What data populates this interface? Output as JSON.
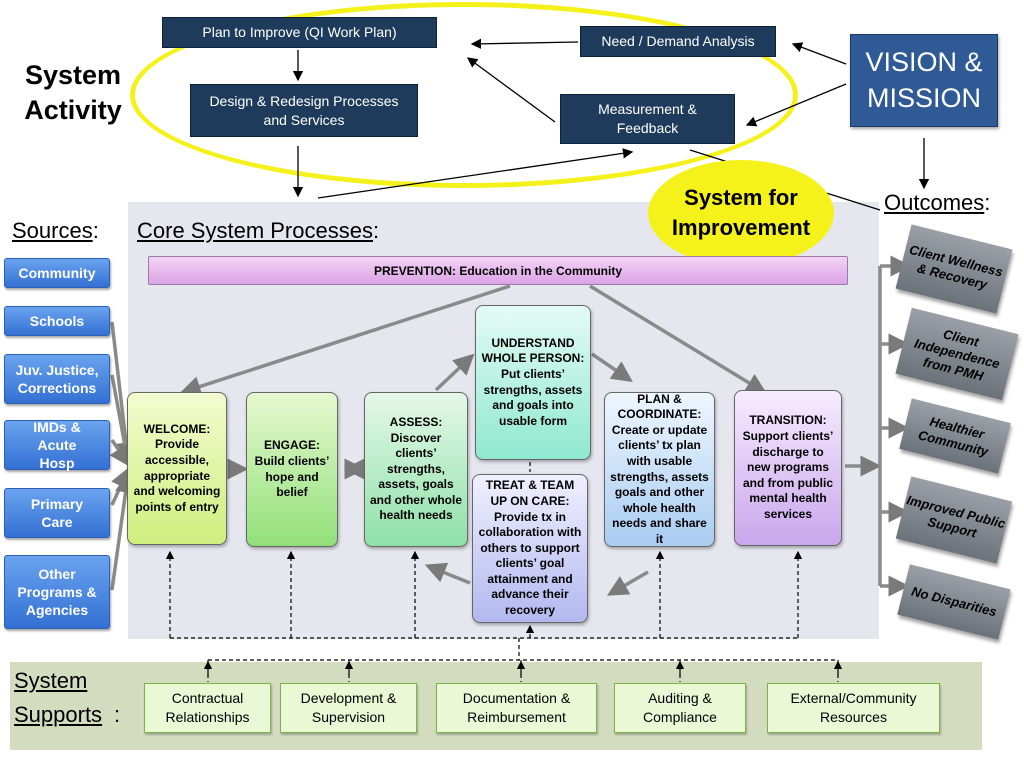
{
  "top": {
    "plan_to_improve": "Plan to Improve (QI Work Plan)",
    "need_demand": "Need / Demand Analysis",
    "design_redesign": "Design & Redesign Processes and Services",
    "measurement": "Measurement & Feedback"
  },
  "labels": {
    "system_activity": "System Activity",
    "vision_mission": "VISION & MISSION",
    "system_improvement": "System for Improvement",
    "outcomes": "Outcomes",
    "sources": "Sources",
    "core_processes": "Core System Processes",
    "system_supports": "System Supports",
    "colon": ":"
  },
  "prevention": "PREVENTION:  Education in the Community",
  "sources": [
    "Community",
    "Schools",
    "Juv. Justice, Corrections",
    "IMDs & Acute Hosp",
    "Primary Care",
    "Other Programs & Agencies"
  ],
  "processes": {
    "welcome": "WELCOME: Provide accessible, appropriate and welcoming points of entry",
    "engage": "ENGAGE: Build clients’ hope and belief",
    "assess": "ASSESS: Discover clients’ strengths, assets, goals and other whole health needs",
    "understand": "UNDERSTAND WHOLE PERSON: Put clients’ strengths, assets and goals into usable form",
    "treat": "TREAT & TEAM UP ON CARE: Provide tx in collaboration with others to support clients’ goal attainment and advance their recovery",
    "plan": "PLAN & COORDINATE: Create or update clients’ tx plan with usable strengths, assets goals and other whole health needs and share it",
    "transition": "TRANSITION: Support clients’ discharge to new programs and from public mental health services"
  },
  "outcomes": [
    "Client Wellness & Recovery",
    "Client Independence from PMH",
    "Healthier Community",
    "Improved Public Support",
    "No Disparities"
  ],
  "supports": [
    "Contractual Relationships",
    "Development & Supervision",
    "Documentation & Reimbursement",
    "Auditing & Compliance",
    "External/Community Resources"
  ],
  "colors": {
    "navy": "#1f3b5c",
    "vision_blue": "#2f5a95",
    "highlight_yellow": "#f5f11a",
    "core_bg": "#e6e6ef",
    "supports_bg": "#d4dcc0",
    "prevention_pink": "#e7b6ee"
  }
}
